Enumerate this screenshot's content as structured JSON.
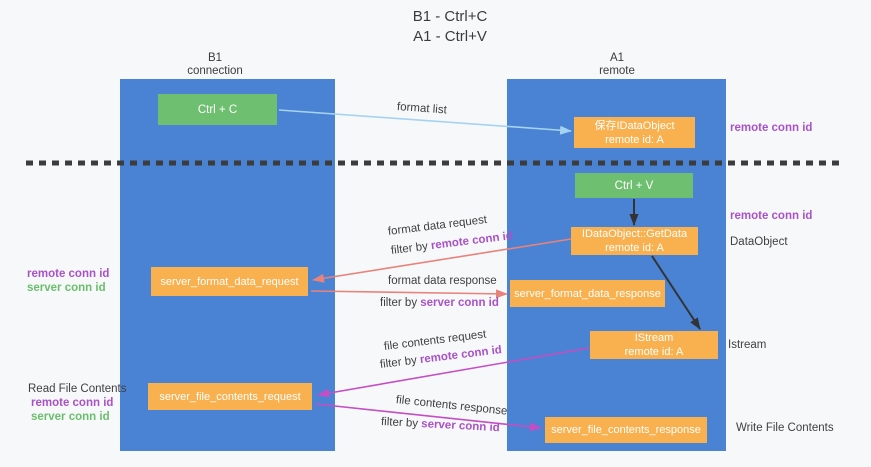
{
  "title": {
    "line1": "B1 - Ctrl+C",
    "line2": "A1 - Ctrl+V"
  },
  "columns": {
    "left": {
      "name": "B1",
      "role": "connection"
    },
    "right": {
      "name": "A1",
      "role": "remote"
    }
  },
  "nodes": {
    "ctrl_c": {
      "label": "Ctrl + C"
    },
    "ctrl_v": {
      "label": "Ctrl + V"
    },
    "save_dataobject": {
      "line1": "保存IDataObject",
      "line2": "remote id: A"
    },
    "getdata": {
      "line1": "IDataObject::GetData",
      "line2": "remote id: A"
    },
    "istream": {
      "line1": "IStream",
      "line2": "remote id: A"
    },
    "format_request": {
      "label": "server_format_data_request"
    },
    "format_response": {
      "label": "server_format_data_response"
    },
    "file_request": {
      "label": "server_file_contents_request"
    },
    "file_response": {
      "label": "server_file_contents_response"
    }
  },
  "labels": {
    "format_list": "format list",
    "remote_conn_id_top_right": "remote conn id",
    "remote_conn_id_mid_right": "remote conn id",
    "dataobject_side": "DataObject",
    "istream_side": "Istream",
    "read_file_contents": "Read File Contents",
    "write_file_contents": "Write File Contents",
    "format_data_request": "format data request",
    "format_data_response": "format data response",
    "file_contents_request": "file contents request",
    "file_contents_response": "file contents response",
    "filter_by": "filter by ",
    "remote_conn_id": "remote conn id",
    "server_conn_id": "server conn id",
    "left_mid": {
      "remote": "remote conn id",
      "server": "server conn id"
    },
    "left_bottom": {
      "remote": "remote conn id",
      "server": "server conn id"
    }
  },
  "colors": {
    "background": "#f7f8fa",
    "column_blue": "#4a82d4",
    "green_box": "#6fbf70",
    "orange_box": "#f9b04e",
    "purple_text": "#a952c8",
    "green_text": "#6abf6c",
    "salmon_arrow": "#e8837b",
    "magenta_arrow": "#c44ec4",
    "lightblue_arrow": "#a6d3f0",
    "black_arrow": "#333333",
    "dashed_line": "#3c3c3c"
  }
}
